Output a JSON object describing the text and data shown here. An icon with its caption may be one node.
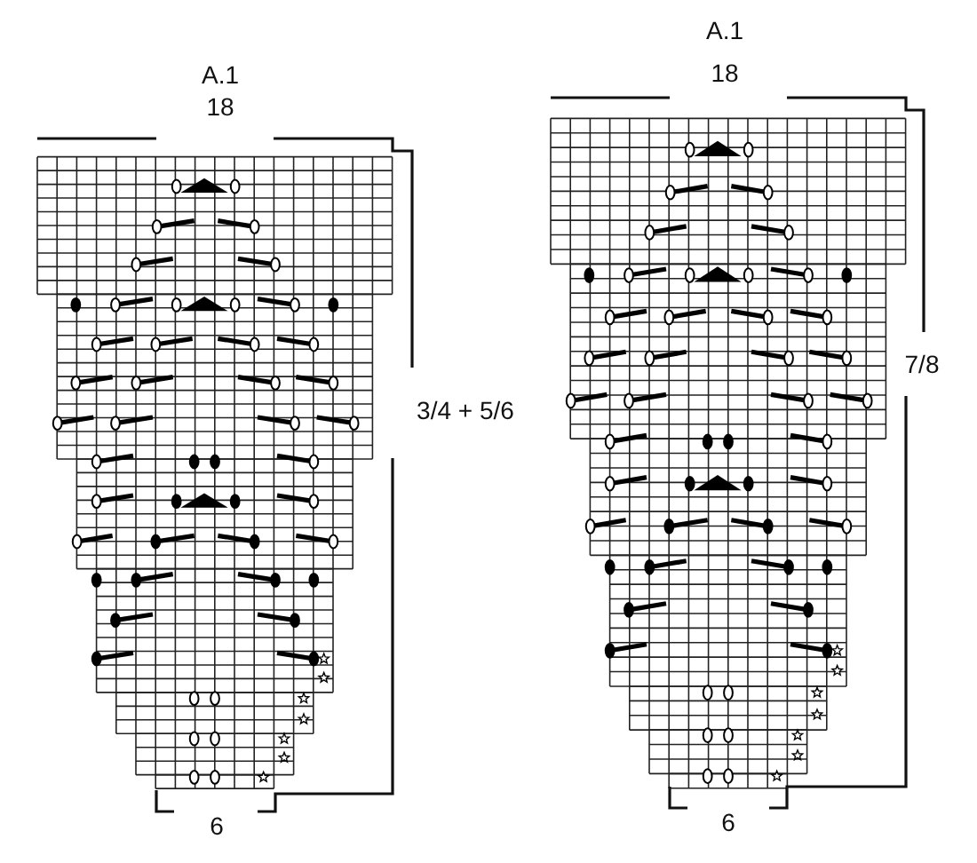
{
  "diagram": {
    "labels": [
      "A.1",
      "18",
      "3/4 + 5/6",
      "6",
      "A.1",
      "18",
      "7/8",
      "6"
    ]
  }
}
